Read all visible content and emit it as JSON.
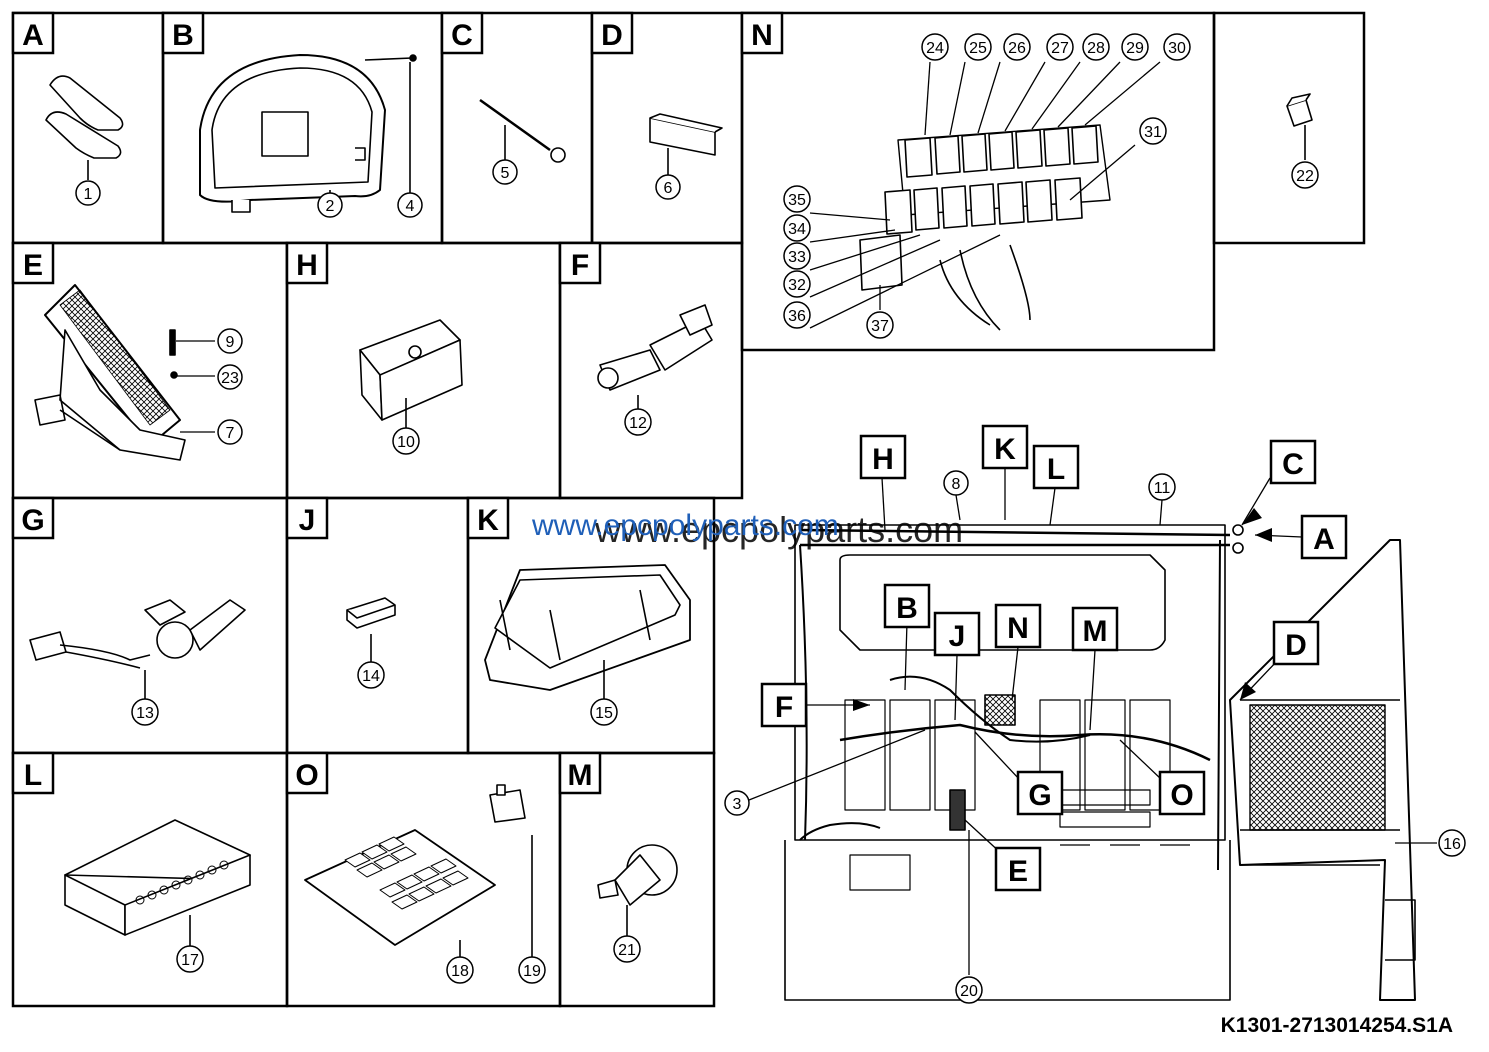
{
  "panels": {
    "A": "A",
    "B": "B",
    "C": "C",
    "D": "D",
    "N": "N",
    "E": "E",
    "H": "H",
    "F": "F",
    "G": "G",
    "J": "J",
    "K": "K",
    "L": "L",
    "O": "O",
    "M": "M"
  },
  "parts": {
    "p1": "1",
    "p2": "2",
    "p3": "3",
    "p4": "4",
    "p5": "5",
    "p6": "6",
    "p7": "7",
    "p8": "8",
    "p9": "9",
    "p10": "10",
    "p11": "11",
    "p12": "12",
    "p13": "13",
    "p14": "14",
    "p15": "15",
    "p16": "16",
    "p17": "17",
    "p18": "18",
    "p19": "19",
    "p20": "20",
    "p21": "21",
    "p22": "22",
    "p23": "23",
    "p24": "24",
    "p25": "25",
    "p26": "26",
    "p27": "27",
    "p28": "28",
    "p29": "29",
    "p30": "30",
    "p31": "31",
    "p32": "32",
    "p33": "33",
    "p34": "34",
    "p35": "35",
    "p36": "36",
    "p37": "37"
  },
  "callouts": {
    "H": "H",
    "K": "K",
    "L": "L",
    "C": "C",
    "A": "A",
    "D": "D",
    "B": "B",
    "J": "J",
    "N": "N",
    "M": "M",
    "F": "F",
    "G": "G",
    "O": "O",
    "E": "E"
  },
  "watermark": "www.epcpolyparts.com",
  "drawing_code": "K1301-2713014254.S1A",
  "colors": {
    "ink": "#000000",
    "watermark": "#1f5fb8"
  }
}
